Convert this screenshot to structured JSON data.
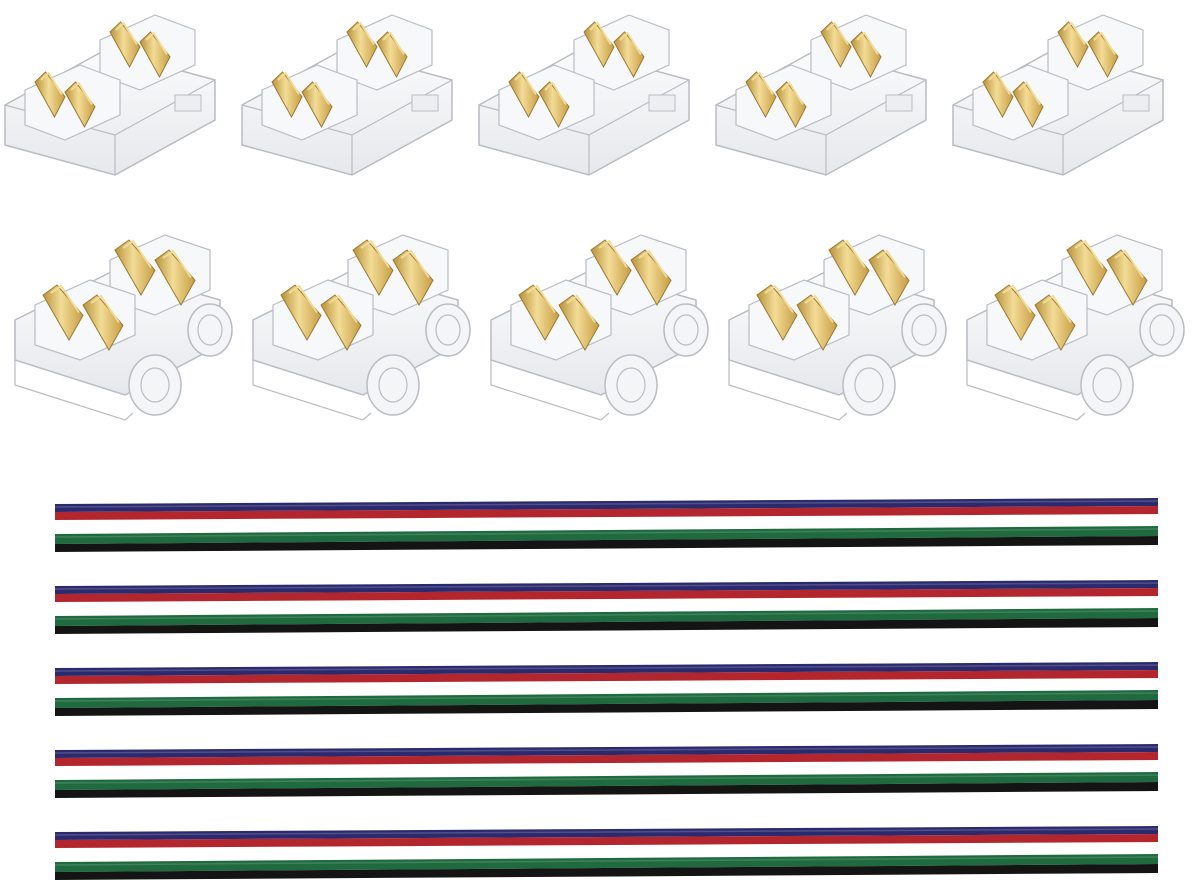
{
  "product": {
    "connectors_top_row": {
      "count": 5,
      "kind": "strip-to-strip connector"
    },
    "connectors_bottom_row": {
      "count": 5,
      "kind": "strip-to-wire connector"
    },
    "cable_pairs": {
      "count": 5,
      "wire_colors": [
        "#2b2a6e",
        "#b3262e",
        "#1f6b3f",
        "#141414"
      ]
    },
    "colors": {
      "background": "#ffffff",
      "clear_plastic": "#f2f3f5",
      "plastic_edge": "#b9bcc2",
      "gold_contact": "#d7b25a",
      "gold_contact_light": "#f3dc96"
    }
  }
}
